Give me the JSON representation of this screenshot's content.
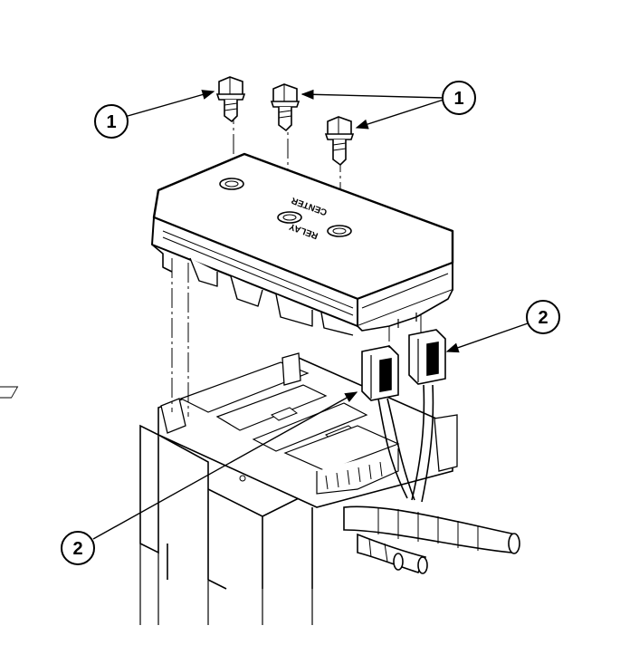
{
  "callouts": [
    {
      "id": "callout-1a",
      "label": "1"
    },
    {
      "id": "callout-1b",
      "label": "1"
    },
    {
      "id": "callout-2a",
      "label": "2"
    },
    {
      "id": "callout-2b",
      "label": "2"
    }
  ],
  "box_labels": {
    "line1": "RELAY",
    "line2": "CENTER"
  },
  "colors": {
    "stroke": "#000000",
    "fill": "#ffffff",
    "shade": "#e6e6e6"
  }
}
